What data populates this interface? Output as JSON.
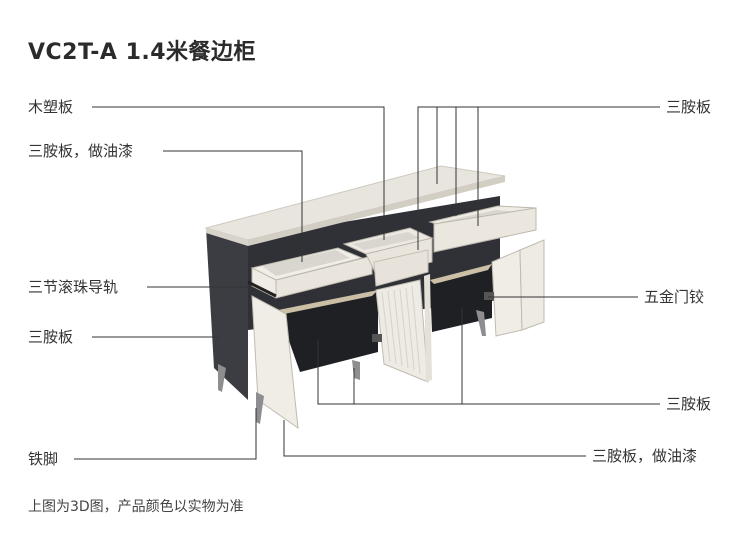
{
  "title": "VC2T-A 1.4米餐边柜",
  "labels": {
    "wood_panel": "木塑板",
    "melamine_lacquer_top": "三胺板，做油漆",
    "slide_rail": "三节滚珠导轨",
    "melamine_left": "三胺板",
    "iron_leg": "铁脚",
    "melamine_top_right": "三胺板",
    "hinge": "五金门铰",
    "melamine_bottom_right": "三胺板",
    "melamine_lacquer_bottom": "三胺板，做油漆"
  },
  "footnote": "上图为3D图，产品颜色以实物为准",
  "colors": {
    "body_dark": "#3a3c42",
    "panel_light": "#ece9e2",
    "top_surface": "#e6e3dc",
    "line": "#333333"
  }
}
